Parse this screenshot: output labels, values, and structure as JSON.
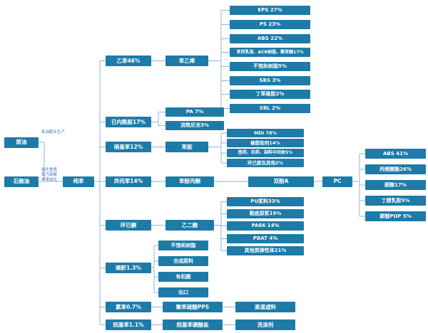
{
  "colors": {
    "box": "#1E7BA8",
    "line": "#8FB6D8",
    "note": "#4472C4",
    "text": "#FFFFFF"
  },
  "nodes": {
    "crude_oil": "原油",
    "naphtha": "石脑油",
    "benzene": "纯苯",
    "ethylbenzene": "乙苯46%",
    "styrene": "苯乙烯",
    "caprolactam": "已内酰胺17%",
    "pa": "PA 7%",
    "cast_nylon": "浇筑尼龙3%",
    "nitrobenzene": "硝基苯12%",
    "aniline": "苯胺",
    "cumene": "异丙苯14%",
    "phenol_acetone": "苯酚丙酮",
    "bisphenol_a": "双酚A",
    "pc": "PC",
    "cyclohexanone": "环已酮",
    "adipic_acid": "乙二酸",
    "maleic_anhydride": "顺酐1.3%",
    "chlorobenzene": "氯苯0.7%",
    "pps": "聚苯硫醚PPS",
    "high_temp_filter": "高温滤料",
    "alkylbenzene": "烷基苯1.1%",
    "alkylbenzene_sulfonate": "烷基苯磺酸盐",
    "detergent": "洗涤剂"
  },
  "styrene_products": [
    "EPS 27%",
    "PS 23%",
    "ABS 22%",
    "苯丙乳液、ACR树脂、聚苯醚17%",
    "不饱和树脂5%",
    "SBS 3%",
    "丁苯橡胶2%",
    "SBL 2%"
  ],
  "aniline_products": [
    "MDI 78%",
    "橡胶助剂14%",
    "医药、农药、染料中间体5%",
    "环己胺及其他2%"
  ],
  "pc_products": [
    "ABS 41%",
    "丙烯酸酯26%",
    "醇酸17%",
    "丁腈乳胶5%",
    "聚醚POP 5%"
  ],
  "adipic_products": [
    "PU浆料33%",
    "鞋底原浆19%",
    "PA66 14%",
    "PBAT 4%",
    "其他类弹性体21%"
  ],
  "maleic_products": [
    "不饱和树脂",
    "合成原料",
    "有机酸",
    "出口"
  ],
  "notes": {
    "refining": "炼油联合生产",
    "processes": [
      "催化重整",
      "蒸汽裂解",
      "甲苯歧化"
    ]
  }
}
